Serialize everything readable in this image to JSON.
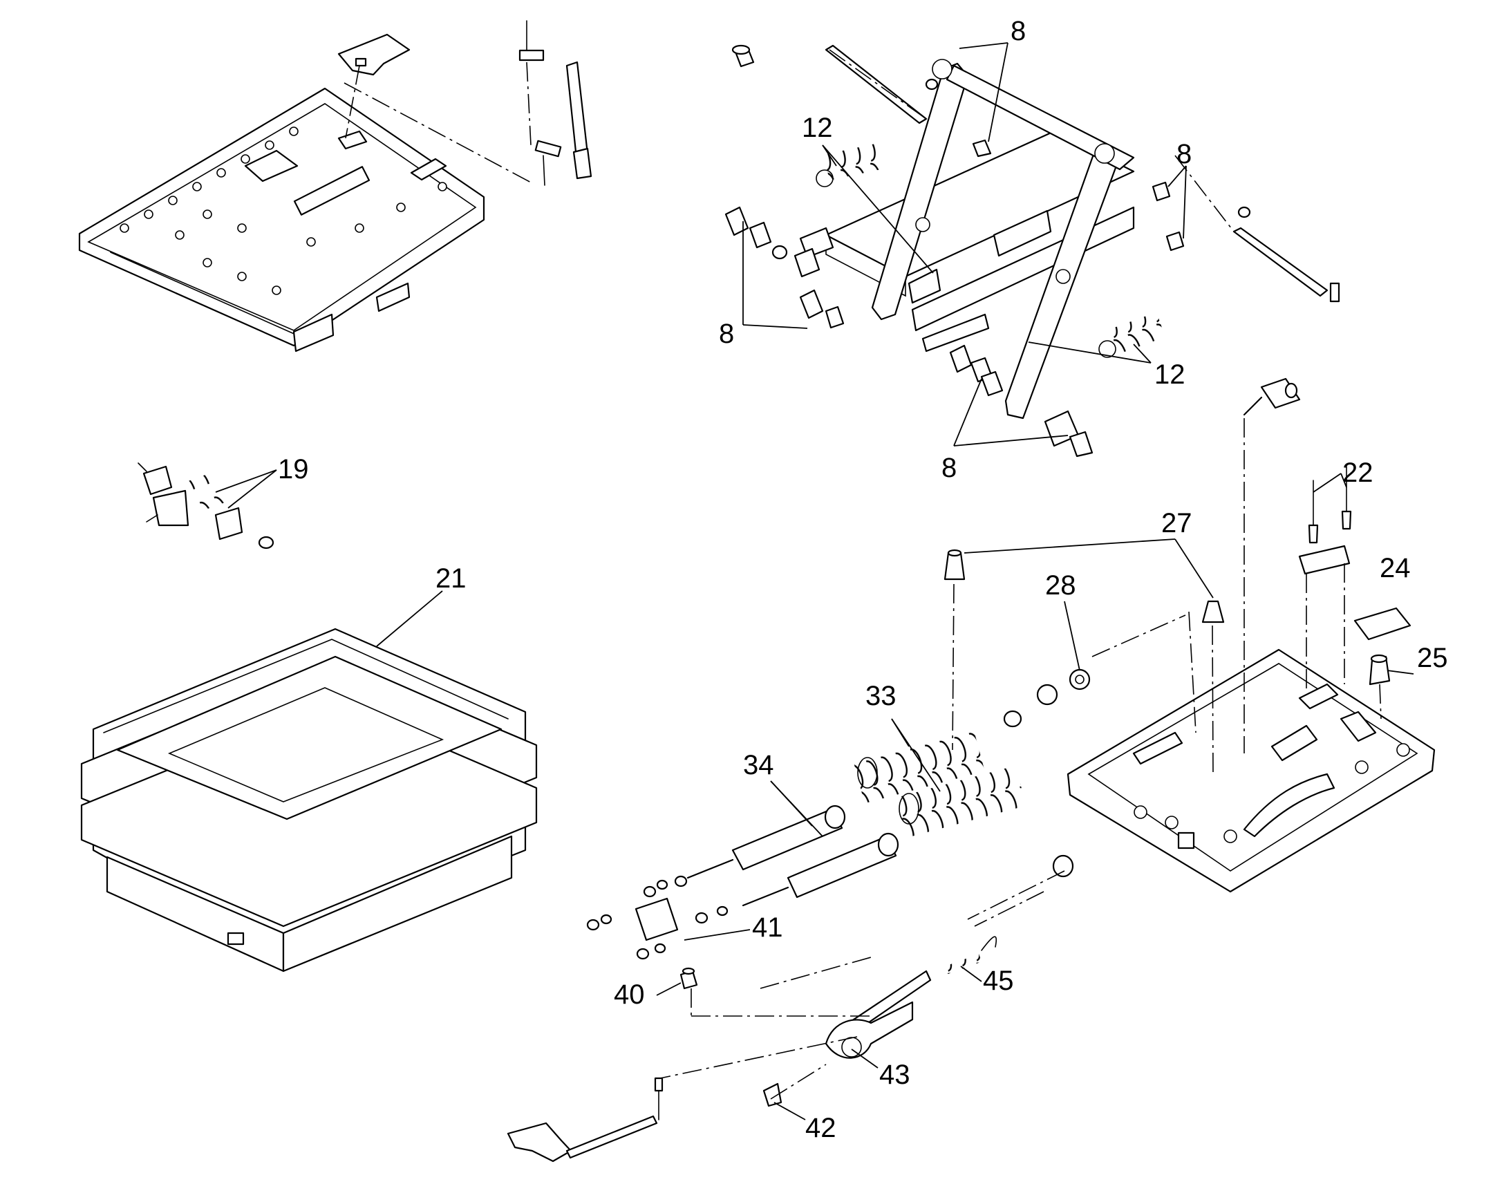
{
  "diagram": {
    "callouts": {
      "c8a": "8",
      "c8b": "8",
      "c8c": "8",
      "c8d": "8",
      "c12a": "12",
      "c12b": "12",
      "c19": "19",
      "c21": "21",
      "c22": "22",
      "c24": "24",
      "c25": "25",
      "c27": "27",
      "c28": "28",
      "c33": "33",
      "c34": "34",
      "c40": "40",
      "c41": "41",
      "c42": "42",
      "c43": "43",
      "c45": "45"
    }
  }
}
